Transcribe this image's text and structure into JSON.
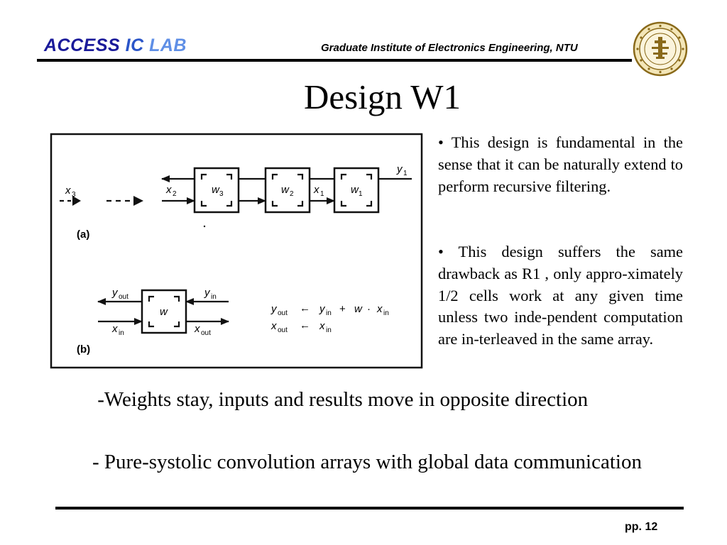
{
  "header": {
    "lab_part1": "ACCESS",
    "lab_part2": "IC",
    "lab_part3": "LAB",
    "institute": "Graduate Institute of Electronics Engineering, NTU"
  },
  "title": "Design W1",
  "figure": {
    "label_a": "(a)",
    "label_b": "(b)",
    "inputs": {
      "x3": "x",
      "x3_sub": "3",
      "x2": "x",
      "x2_sub": "2",
      "x1": "x",
      "x1_sub": "1",
      "y1": "y",
      "y1_sub": "1"
    },
    "cells": [
      {
        "w": "w",
        "sub": "3"
      },
      {
        "w": "w",
        "sub": "2"
      },
      {
        "w": "w",
        "sub": "1"
      }
    ],
    "cell_b": {
      "w": "w",
      "yout": "y",
      "yout_sub": "out",
      "yin": "y",
      "yin_sub": "in",
      "xin": "x",
      "xin_sub": "in",
      "xout": "x",
      "xout_sub": "out"
    },
    "eq1": {
      "lhs": "y",
      "lhs_sub": "out",
      "arrow": "←",
      "r1": "y",
      "r1_sub": "in",
      "plus": "+",
      "w": "w",
      "dot": "·",
      "r2": "x",
      "r2_sub": "in"
    },
    "eq2": {
      "lhs": "x",
      "lhs_sub": "out",
      "arrow": "←",
      "r1": "x",
      "r1_sub": "in"
    }
  },
  "bullets": [
    "• This design is fundamental in the sense that it can be naturally extend to perform recursive filtering.",
    "• This design suffers the same drawback as R1 , only appro-ximately 1/2 cells work at any given time unless two inde-pendent computation are in-terleaved in the same array."
  ],
  "notes": [
    " -Weights stay, inputs and results move in opposite direction",
    "- Pure-systolic convolution arrays with global data communication"
  ],
  "page_number": "pp. 12",
  "colors": {
    "lab_dark": "#1a1a9a",
    "lab_mid": "#2a55c8",
    "lab_light": "#5f8fe6",
    "seal": "#8a6a1a"
  },
  "icons": {
    "seal": "university-seal-icon"
  }
}
